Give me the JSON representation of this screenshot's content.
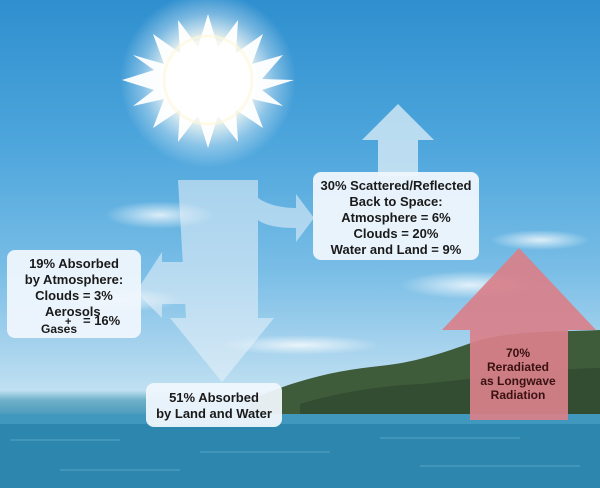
{
  "scattered": {
    "line1": "30% Scattered/Reflected",
    "line2": "Back to Space:",
    "line3": "Atmosphere = 6%",
    "line4": "Clouds = 20%",
    "line5": "Water and Land = 9%"
  },
  "absorbed_atmosphere": {
    "line1": "19% Absorbed",
    "line2": "by Atmosphere:",
    "line3": "Clouds = 3%",
    "aerosols": "Aerosols",
    "plus": "+",
    "gases": "Gases",
    "value": "= 16%"
  },
  "absorbed_land": {
    "line1": "51% Absorbed",
    "line2": "by Land and Water"
  },
  "reradiated": {
    "line1": "70%",
    "line2": "Reradiated",
    "line3": "as Longwave",
    "line4": "Radiation"
  },
  "colors": {
    "reradiated_arrow": "#d9808a",
    "flow_arrow": "#eaf3fa",
    "label_box": "#f0f7fd"
  }
}
